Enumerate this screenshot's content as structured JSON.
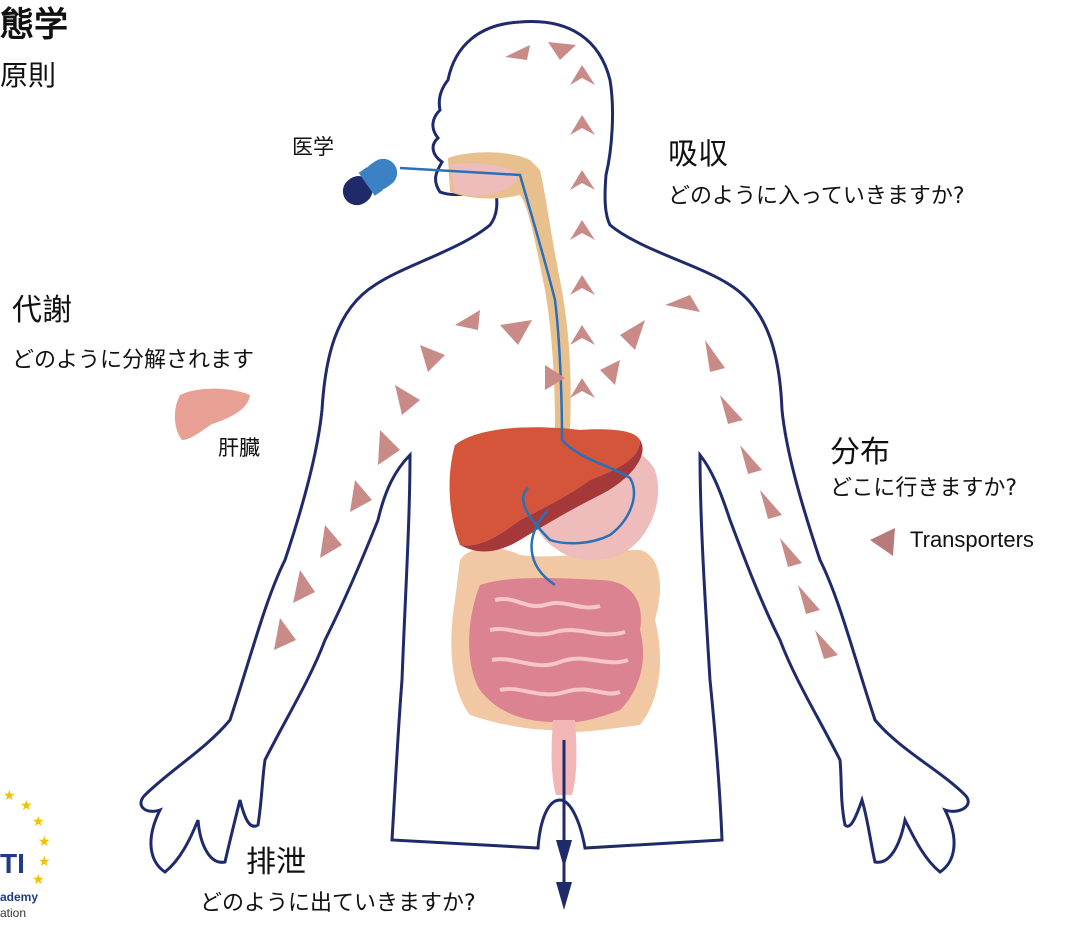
{
  "header": {
    "title": "態学",
    "subtitle": "原則"
  },
  "labels": {
    "medicine": "医学",
    "absorption_title": "吸収",
    "absorption_q": "どのように入っていきますか?",
    "metabolism_title": "代謝",
    "metabolism_q": "どのように分解されます",
    "liver": "肝臓",
    "distribution_title": "分布",
    "distribution_q": "どこに行きますか?",
    "transporters": "Transporters",
    "excretion_title": "排泄",
    "excretion_q": "どのように出ていきますか?"
  },
  "logo": {
    "text_main": "TI",
    "text_line2": "ademy",
    "text_line3": "ation"
  },
  "colors": {
    "outline": "#1f2a6b",
    "arrow": "#c98b87",
    "liver": "#d4553a",
    "liver_shadow": "#a5393a",
    "stomach": "#efbcbc",
    "intestine": "#dc8391",
    "colon": "#f2c7a4",
    "esophagus": "#e8c08d",
    "pill_light": "#3b82c4",
    "pill_dark": "#1f2a6b",
    "logo_star": "#f2c200"
  }
}
